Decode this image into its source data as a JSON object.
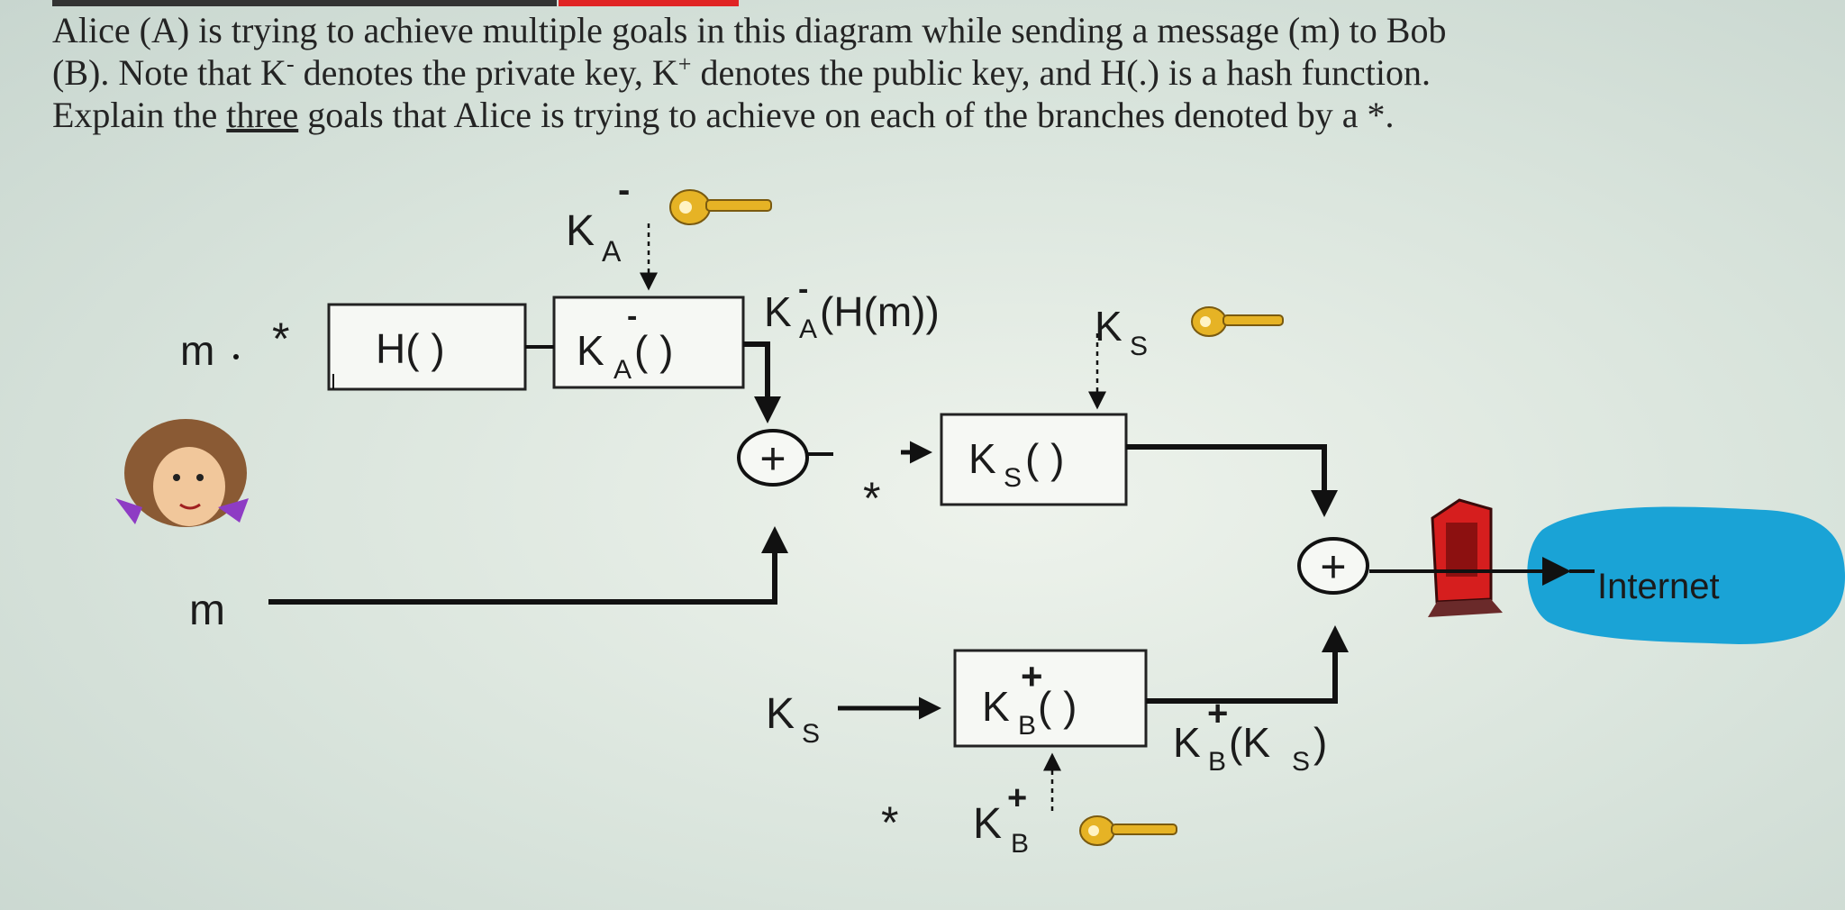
{
  "question": {
    "line1": "Alice (A) is trying to achieve multiple goals in this diagram while sending a message (m) to Bob",
    "line2_part1": "(B). Note that K",
    "line2_sup1": "-",
    "line2_part2": " denotes the private key, K",
    "line2_sup2": "+",
    "line2_part3": " denotes the public key, and H(.) is a hash function.",
    "line3_part1": "Explain the ",
    "line3_underlined": "three",
    "line3_part2": " goals that Alice is trying to achieve on each of the branches denoted by a *."
  },
  "diagram": {
    "m_top": "m",
    "m_bottom": "m",
    "star_marker": "*",
    "hash_box": "H( )",
    "sign_box": "K",
    "sign_box_sub": "A",
    "sign_box_tail": "( )",
    "ka_key": "K",
    "ka_key_sub": "A",
    "minus_sign": "-",
    "signed_hash": "K",
    "signed_hash_sub": "A",
    "signed_hash_tail": "(H(m))",
    "ks_key": "K",
    "ks_key_sub": "S",
    "sym_box": "K",
    "sym_box_sub": "S",
    "sym_box_tail": "( )",
    "ks_input": "K",
    "ks_input_sub": "S",
    "pub_box": "K",
    "pub_box_sub": "B",
    "pub_box_tail": "( )",
    "plus_sign": "+",
    "kb_key": "K",
    "kb_key_sub": "B",
    "encrypted_key": "K",
    "encrypted_key_sub": "B",
    "encrypted_key_tail": "(K",
    "encrypted_key_tail_sub": "S",
    "encrypted_key_close": " )",
    "concat_symbol": "+",
    "internet_label": "Internet"
  },
  "colors": {
    "internet_blob": "#1aa3d6",
    "key_gold": "#e6b325",
    "mailbox_red": "#d61e1e",
    "top_bar_red": "#e02424"
  }
}
